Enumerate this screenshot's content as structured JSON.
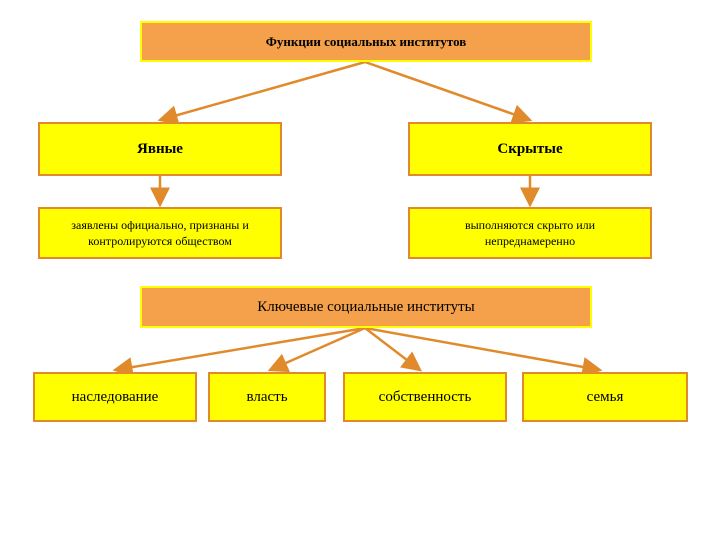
{
  "diagram": {
    "title": "Функции социальных институтов",
    "explicit": {
      "label": "Явные",
      "description_line1": "заявлены официально, признаны и",
      "description_line2": "контролируются обществом"
    },
    "hidden": {
      "label": "Скрытые",
      "description_line1": "выполняются скрыто или",
      "description_line2": "непреднамеренно"
    },
    "key_title": "Ключевые социальные институты",
    "institutions": [
      "наследование",
      "власть",
      "собственность",
      "семья"
    ],
    "colors": {
      "orange_fill": "#f5a04a",
      "yellow_fill": "#ffff00",
      "arrow": "#e08a2c"
    }
  }
}
